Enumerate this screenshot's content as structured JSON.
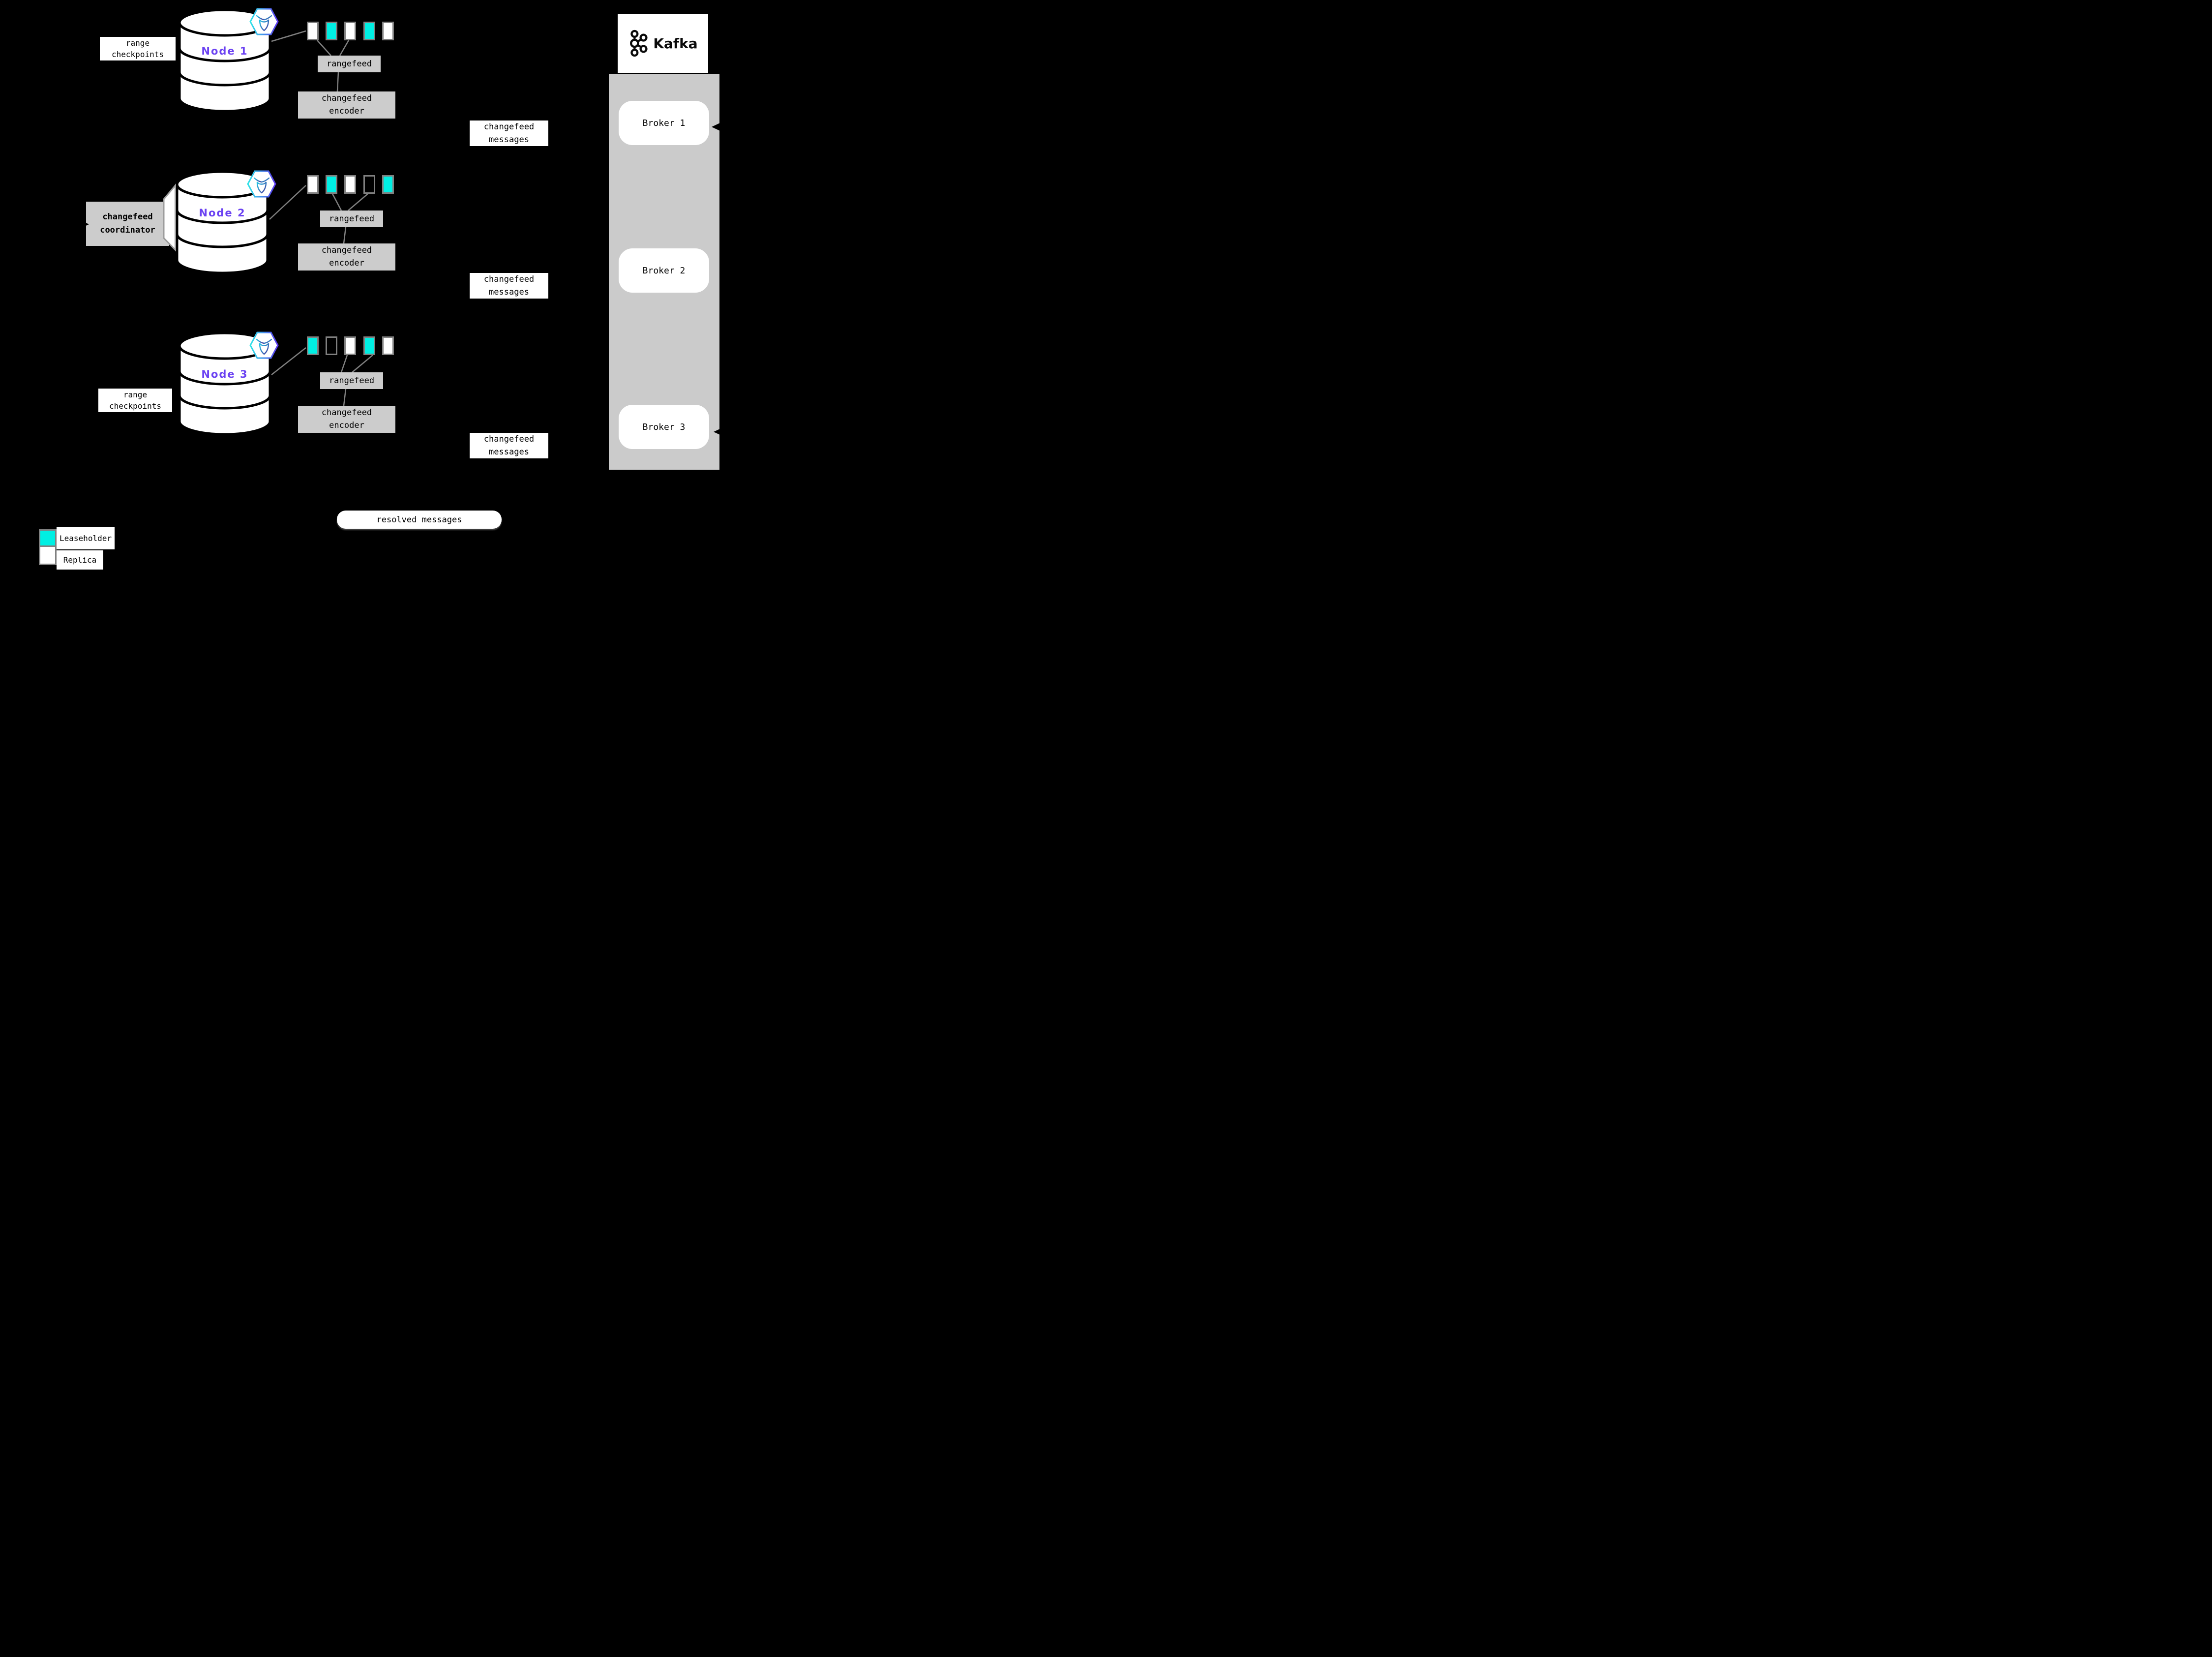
{
  "nodes": [
    {
      "label": "Node 1",
      "ranges": [
        "replica",
        "leaseholder",
        "replica",
        "leaseholder",
        "replica"
      ]
    },
    {
      "label": "Node 2",
      "ranges": [
        "replica",
        "leaseholder",
        "replica",
        "empty",
        "leaseholder"
      ]
    },
    {
      "label": "Node 3",
      "ranges": [
        "leaseholder",
        "empty",
        "replica",
        "leaseholder",
        "replica"
      ]
    }
  ],
  "labels": {
    "range_checkpoints": "range\ncheckpoints",
    "rangefeed": "rangefeed",
    "changefeed_encoder": "changefeed\nencoder",
    "changefeed_messages": "changefeed\nmessages",
    "changefeed_coordinator": "changefeed\ncoordinator",
    "resolved_messages": "resolved messages"
  },
  "kafka": {
    "title": "Kafka",
    "brokers": [
      "Broker 1",
      "Broker 2",
      "Broker 3"
    ]
  },
  "legend": {
    "items": [
      {
        "type": "leaseholder",
        "label": "Leaseholder"
      },
      {
        "type": "replica",
        "label": "Replica"
      }
    ]
  },
  "icons": {
    "cockroachdb": "cockroachdb-logo-icon",
    "kafka": "kafka-logo-icon"
  },
  "colors": {
    "leaseholder": "#00EFE3",
    "replica": "#FFFFFF",
    "node_label": "#6B42F2",
    "process_box_gray": "#CCCCCC",
    "kafka_column_gray": "#CBCBCB",
    "outline_gray": "#808080",
    "background": "#000000"
  }
}
